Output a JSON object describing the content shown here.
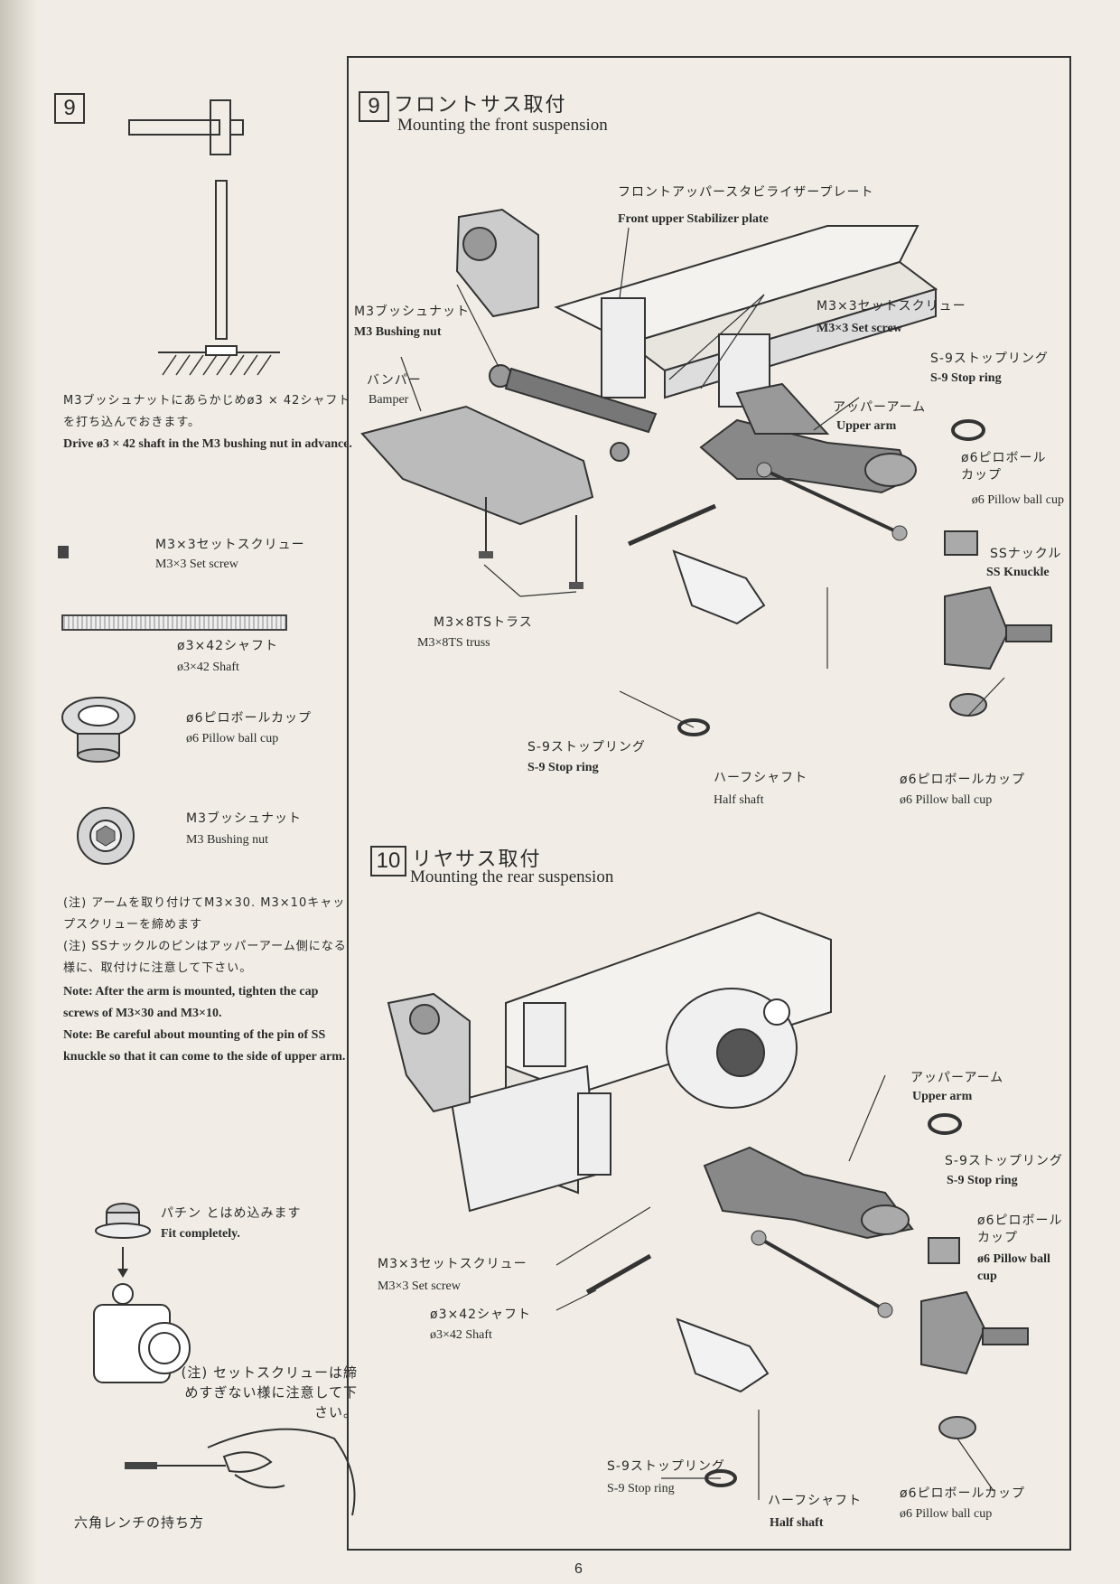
{
  "left": {
    "step_number": "9",
    "drive_note_jp": "M3ブッシュナットにあらかじめø3 × 42シャフトを打ち込んでおきます。",
    "drive_note_en": "Drive ø3 × 42 shaft in the M3 bushing nut in advance.",
    "parts": [
      {
        "jp": "M3×3セットスクリュー",
        "en": "M3×3 Set screw"
      },
      {
        "jp": "ø3×42シャフト",
        "en": "ø3×42 Shaft"
      },
      {
        "jp": "ø6ピロボールカップ",
        "en": "ø6 Pillow ball cup"
      },
      {
        "jp": "M3ブッシュナット",
        "en": "M3 Bushing nut"
      }
    ],
    "notes_jp": [
      "(注) アームを取り付けてM3×30. M3×10キャップスクリューを締めます",
      "(注) SSナックルのピンはアッパーアーム側になる様に、取付けに注意して下さい。"
    ],
    "notes_en": [
      "Note:  After the arm is mounted, tighten the cap screws of M3×30 and M3×10.",
      "Note:  Be careful about mounting of the pin of SS knuckle so that it can come to the side of upper arm."
    ],
    "fit_jp": "パチン とはめ込みます",
    "fit_en": "Fit completely.",
    "setscrew_note_jp": "(注) セットスクリューは締めすぎない様に注意して下さい。",
    "wrench_caption": "六角レンチの持ち方"
  },
  "front": {
    "step_number": "9",
    "title_jp": "フロントサス取付",
    "title_en": "Mounting the front suspension",
    "labels": {
      "stab_jp": "フロントアッパースタビライザープレート",
      "stab_en": "Front upper Stabilizer plate",
      "bush_jp": "M3ブッシュナット",
      "bush_en": "M3 Bushing nut",
      "set_jp": "M3×3セットスクリュー",
      "set_en": "M3×3 Set screw",
      "bumper_jp": "バンパー",
      "bumper_en": "Bamper",
      "upper_jp": "アッパーアーム",
      "upper_en": "Upper arm",
      "stop1_jp": "S-9ストップリング",
      "stop1_en": "S-9 Stop ring",
      "pillow1_jp": "ø6ピロボールカップ",
      "pillow1_en": "ø6 Pillow ball cup",
      "knuckle_jp": "SSナックル",
      "knuckle_en": "SS Knuckle",
      "truss_jp": "M3×8TSトラス",
      "truss_en": "M3×8TS truss",
      "stop2_jp": "S-9ストップリング",
      "stop2_en": "S-9 Stop ring",
      "half_jp": "ハーフシャフト",
      "half_en": "Half shaft",
      "pillow2_jp": "ø6ピロボールカップ",
      "pillow2_en": "ø6 Pillow ball cup"
    }
  },
  "rear": {
    "step_number": "10",
    "title_jp": "リヤサス取付",
    "title_en": "Mounting the rear suspension",
    "labels": {
      "upper_jp": "アッパーアーム",
      "upper_en": "Upper arm",
      "stop1_jp": "S-9ストップリング",
      "stop1_en": "S-9 Stop ring",
      "pillow1_jp": "ø6ピロボールカップ",
      "pillow1_en": "ø6 Pillow ball cup",
      "set_jp": "M3×3セットスクリュー",
      "set_en": "M3×3 Set screw",
      "shaft_jp": "ø3×42シャフト",
      "shaft_en": "ø3×42 Shaft",
      "stop2_jp": "S-9ストップリング",
      "stop2_en": "S-9 Stop ring",
      "half_jp": "ハーフシャフト",
      "half_en": "Half shaft",
      "pillow2_jp": "ø6ピロボールカップ",
      "pillow2_en": "ø6 Pillow ball cup"
    }
  },
  "page_number": "6"
}
